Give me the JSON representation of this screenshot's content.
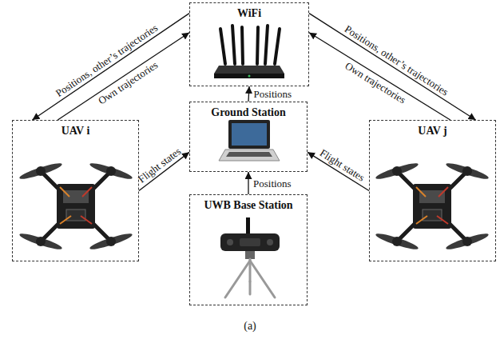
{
  "diagram": {
    "caption": "(a)",
    "nodes": [
      {
        "text": [
          "WiFi"
        ]
      },
      {
        "text": [
          "UAV i"
        ]
      },
      {
        "text": [
          "Ground Station"
        ]
      },
      {
        "text": [
          "UAV j"
        ]
      },
      {
        "text": [
          "UWB Base Station"
        ]
      }
    ],
    "edges": [
      {
        "from": 0,
        "to": 1,
        "label": "Positions, other’s trajectories",
        "arrow": "to"
      },
      {
        "from": 1,
        "to": 0,
        "label": "Own trajectories",
        "arrow": "to"
      },
      {
        "from": 1,
        "to": 2,
        "label": "Flight states",
        "arrow": "to"
      },
      {
        "from": 2,
        "to": 0,
        "label": "Positions",
        "arrow": "to"
      },
      {
        "from": 0,
        "to": 3,
        "label": "Positions, other’s trajectories",
        "arrow": "to"
      },
      {
        "from": 3,
        "to": 0,
        "label": "Own trajectories",
        "arrow": "to"
      },
      {
        "from": 3,
        "to": 2,
        "label": "Flight states",
        "arrow": "to"
      },
      {
        "from": 4,
        "to": 2,
        "label": "Positions",
        "arrow": "to"
      }
    ]
  }
}
